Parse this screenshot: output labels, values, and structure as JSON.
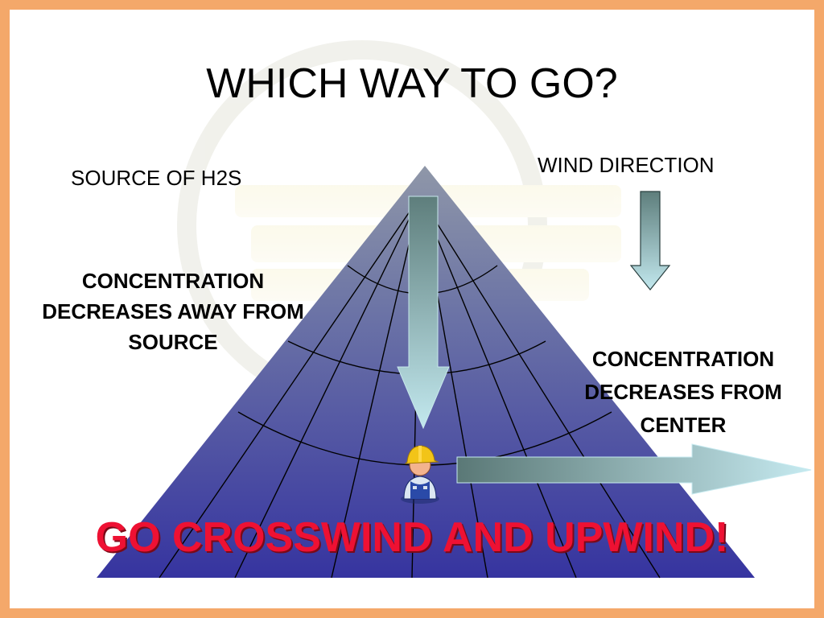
{
  "slide": {
    "title": "WHICH WAY TO GO?",
    "source_label": "SOURCE OF H2S",
    "wind_label": "WIND DIRECTION",
    "concentration_left": "CONCENTRATION DECREASES AWAY FROM SOURCE",
    "concentration_right": "CONCENTRATION DECREASES FROM CENTER",
    "slogan": "GO CROSSWIND AND UPWIND!"
  },
  "colors": {
    "border": "#f4a86a",
    "plume_top": "#8a94a8",
    "plume_bottom": "#3a3aa0",
    "arrow_light": "#b8e2e8",
    "arrow_dark": "#5a7a78",
    "slogan": "#ee1133"
  },
  "icons": {
    "worker": "worker-hardhat-icon"
  }
}
